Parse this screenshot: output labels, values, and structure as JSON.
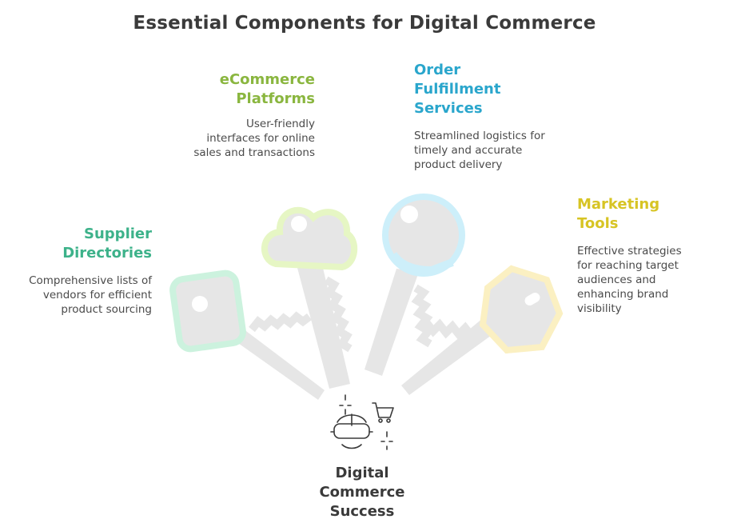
{
  "title": "Essential Components for Digital Commerce",
  "center": {
    "label": "Digital Commerce Success"
  },
  "colors": {
    "ecommerce": "#8ab63f",
    "fulfillment": "#2aa6cc",
    "marketing": "#d7c424",
    "supplier": "#3db28a",
    "key_body": "#e6e6e6"
  },
  "items": [
    {
      "id": "ecommerce",
      "title": "eCommerce Platforms",
      "desc": "User-friendly interfaces for online sales and transactions"
    },
    {
      "id": "fulfillment",
      "title": "Order Fulfillment Services",
      "desc": "Streamlined logistics for timely and accurate product delivery"
    },
    {
      "id": "marketing",
      "title": "Marketing Tools",
      "desc": "Effective strategies for reaching target audiences and enhancing brand visibility"
    },
    {
      "id": "supplier",
      "title": "Supplier Directories",
      "desc": "Comprehensive lists of vendors for efficient product sourcing"
    }
  ]
}
